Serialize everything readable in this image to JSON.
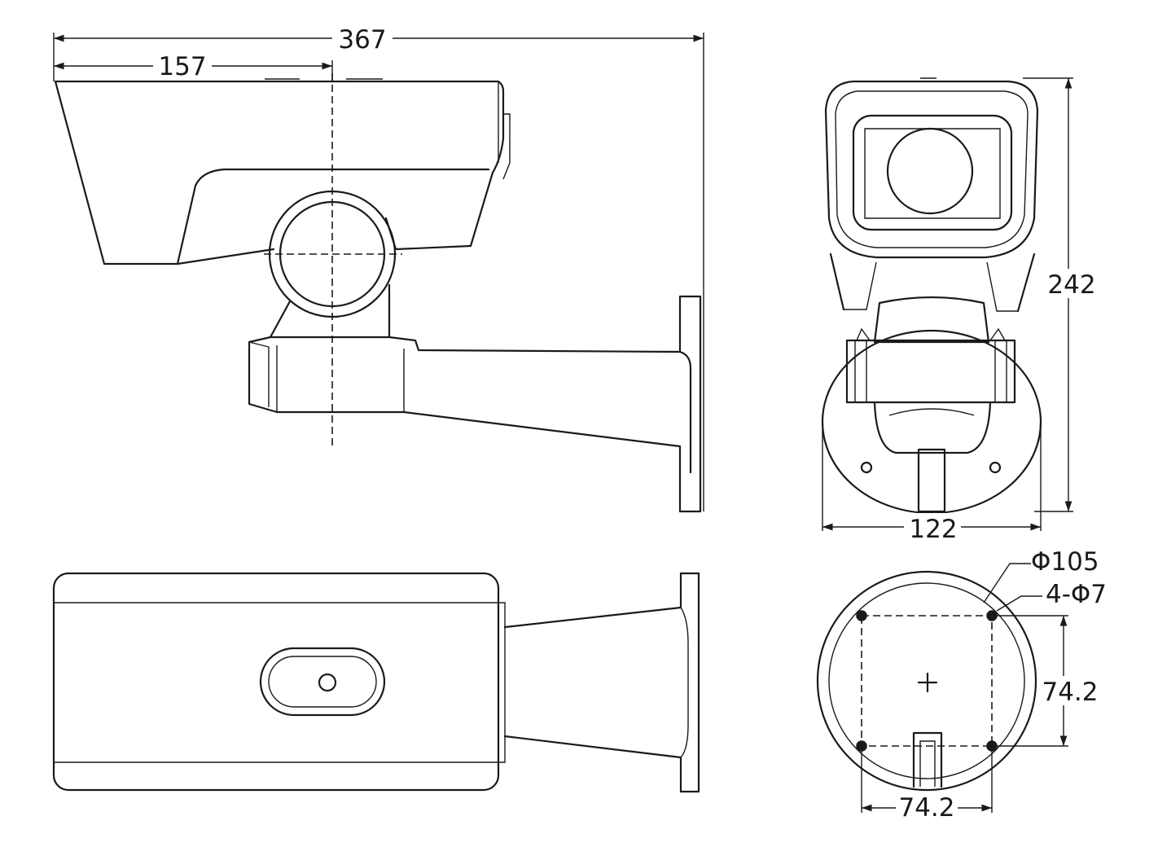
{
  "dimensions": {
    "overall_length": "367",
    "mount_offset": "157",
    "height": "242",
    "width": "122",
    "base_diameter": "Φ105",
    "holes": "4-Φ7",
    "hole_spacing_vertical": "74.2",
    "hole_spacing_horizontal": "74.2"
  }
}
